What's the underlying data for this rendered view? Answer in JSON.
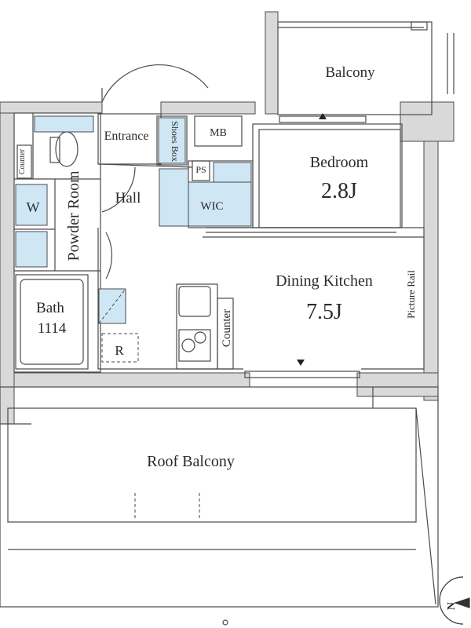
{
  "rooms": {
    "balcony": "Balcony",
    "entrance": "Entrance",
    "shoes_box": "Shoes Box",
    "mb": "MB",
    "bedroom": "Bedroom",
    "bedroom_size": "2.8J",
    "counter_small": "Counter",
    "powder_room": "Powder Room",
    "w": "W",
    "hall": "Hall",
    "ps": "PS",
    "wic": "WIC",
    "dining_kitchen": "Dining Kitchen",
    "dk_size": "7.5J",
    "picture_rail": "Picture Rail",
    "bath": "Bath",
    "bath_size": "1114",
    "r": "R",
    "counter": "Counter",
    "roof_balcony": "Roof Balcony"
  },
  "compass": {
    "north": "N"
  },
  "colors": {
    "wet_area": "#cfe6f5",
    "wall": "#d9d9d9",
    "line": "#4a4a4a"
  }
}
